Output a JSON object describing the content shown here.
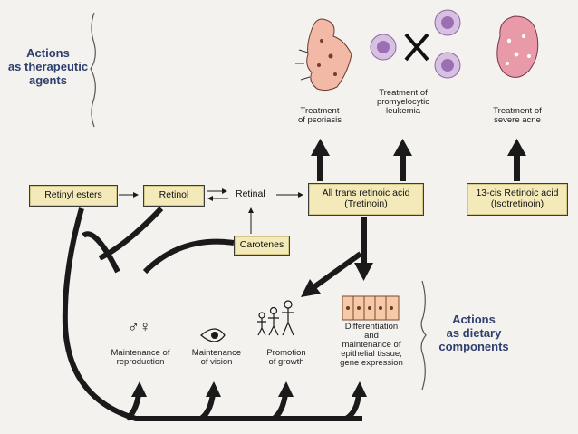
{
  "headings": {
    "therapeutic": [
      "Actions",
      "as therapeutic",
      "agents"
    ],
    "dietary": [
      "Actions",
      "as dietary",
      "components"
    ]
  },
  "boxes": {
    "retinyl_esters": "Retinyl esters",
    "retinol": "Retinol",
    "retinal": "Retinal",
    "carotenes": "Carotenes",
    "all_trans": [
      "All trans retinoic acid",
      "(Tretinoin)"
    ],
    "cis13": [
      "13-cis Retinoic acid",
      "(Isotretinoin)"
    ]
  },
  "therapeutic_effects": {
    "psoriasis": [
      "Treatment",
      "of psoriasis"
    ],
    "leukemia": [
      "Treatment of",
      "promyelocytic",
      "leukemia"
    ],
    "acne": [
      "Treatment of",
      "severe acne"
    ]
  },
  "dietary_effects": {
    "reproduction": [
      "Maintenance of",
      "reproduction"
    ],
    "vision": [
      "Maintenance",
      "of vision"
    ],
    "growth": [
      "Promotion",
      "of growth"
    ],
    "epithelial": [
      "Differentiation",
      "and",
      "maintenance of",
      "epithelial tissue;",
      "gene expression"
    ]
  },
  "symbols": {
    "sex_symbols": "♂♀"
  },
  "colors": {
    "box_fill": "#f4e9b8",
    "heading": "#2f3f6e",
    "arrow": "#1a1a1a",
    "cell_fill": "#f6c9a8",
    "blood_cell": "#c9a8d8"
  },
  "icons": [
    "psoriasis-body-icon",
    "blood-cell-icon",
    "cross-icon",
    "acne-face-icon",
    "sex-symbols-icon",
    "eye-icon",
    "stick-figures-icon",
    "epithelial-cells-icon"
  ]
}
